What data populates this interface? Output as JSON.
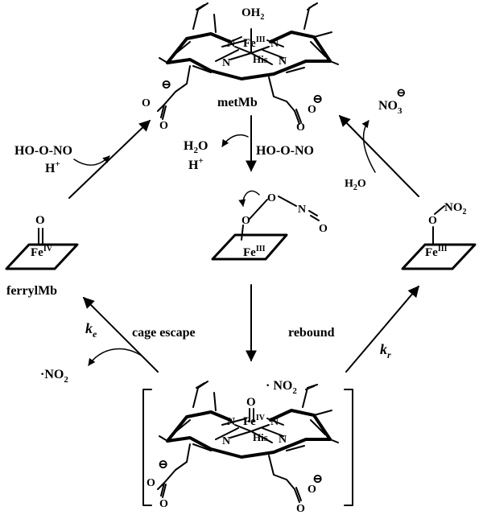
{
  "top": {
    "name": "metMb",
    "axial_ligand": {
      "main": "OH",
      "sub": "2"
    },
    "metal": "Fe",
    "oxidation": "III",
    "his": "His",
    "n": "N",
    "carboxylate_o": "O",
    "charge": "⊖"
  },
  "reactants_left": {
    "line1": "HO-O-NO",
    "line2": "H",
    "sup": "+"
  },
  "reactants_center": {
    "line1": "H",
    "line1_sub": "2",
    "line1_tail": "O",
    "line2": "H",
    "line2_sup": "+",
    "reagent": "HO-O-NO"
  },
  "intermediate_center": {
    "o1": "O",
    "o2": "O",
    "n": "N",
    "o3": "O",
    "metal": "Fe",
    "oxidation": "III"
  },
  "ferryl": {
    "o": "O",
    "metal": "Fe",
    "oxidation": "IV",
    "name": "ferrylMb"
  },
  "nitrato": {
    "o": "O",
    "no2_main": "NO",
    "no2_sub": "2",
    "metal": "Fe",
    "oxidation": "III"
  },
  "nitrate": {
    "main": "NO",
    "sub": "3",
    "charge": "⊖"
  },
  "water_right": {
    "main": "H",
    "sub": "2",
    "tail": "O"
  },
  "labels": {
    "cage_escape": "cage escape",
    "rebound": "rebound",
    "ke": {
      "main": "k",
      "sub": "e"
    },
    "kr": {
      "main": "k",
      "sub": "r"
    }
  },
  "radical_no2": {
    "dot": "·",
    "main": "NO",
    "sub": "2"
  },
  "bottom": {
    "radical": "· NO",
    "radical_sub": "2",
    "axial": "O",
    "metal": "Fe",
    "oxidation": "IV",
    "his": "His",
    "n": "N",
    "carboxylate_o": "O",
    "charge": "⊖"
  }
}
